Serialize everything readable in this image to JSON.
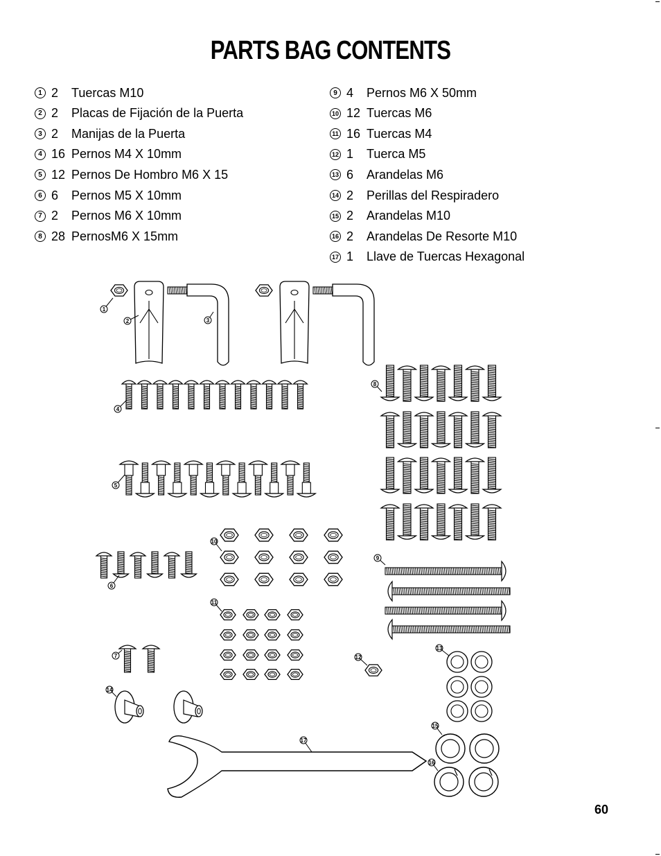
{
  "title": "PARTS BAG CONTENTS",
  "page_number": "60",
  "left_column": [
    {
      "num": "1",
      "qty": "2",
      "desc": "Tuercas M10"
    },
    {
      "num": "2",
      "qty": "2",
      "desc": "Placas de Fijación de la Puerta"
    },
    {
      "num": "3",
      "qty": "2",
      "desc": "Manijas de la Puerta"
    },
    {
      "num": "4",
      "qty": "16",
      "desc": "Pernos M4 X 10mm"
    },
    {
      "num": "5",
      "qty": "12",
      "desc": "Pernos De Hombro M6 X 15"
    },
    {
      "num": "6",
      "qty": "6",
      "desc": "Pernos M5 X 10mm"
    },
    {
      "num": "7",
      "qty": "2",
      "desc": "Pernos M6 X 10mm"
    },
    {
      "num": "8",
      "qty": "28",
      "desc": "PernosM6 X 15mm"
    }
  ],
  "right_column": [
    {
      "num": "9",
      "qty": "4",
      "desc": "Pernos M6 X 50mm"
    },
    {
      "num": "10",
      "qty": "12",
      "desc": "Tuercas M6"
    },
    {
      "num": "11",
      "qty": "16",
      "desc": "Tuercas M4"
    },
    {
      "num": "12",
      "qty": "1",
      "desc": "Tuerca M5"
    },
    {
      "num": "13",
      "qty": "6",
      "desc": "Arandelas M6"
    },
    {
      "num": "14",
      "qty": "2",
      "desc": "Perillas del Respiradero"
    },
    {
      "num": "15",
      "qty": "2",
      "desc": "Arandelas M10"
    },
    {
      "num": "16",
      "qty": "2",
      "desc": "Arandelas De Resorte M10"
    },
    {
      "num": "17",
      "qty": "1",
      "desc": "Llave de Tuercas Hexagonal"
    }
  ],
  "diagram_labels": [
    "1",
    "2",
    "3",
    "4",
    "5",
    "6",
    "7",
    "8",
    "9",
    "10",
    "11",
    "12",
    "13",
    "14",
    "15",
    "16",
    "17"
  ]
}
